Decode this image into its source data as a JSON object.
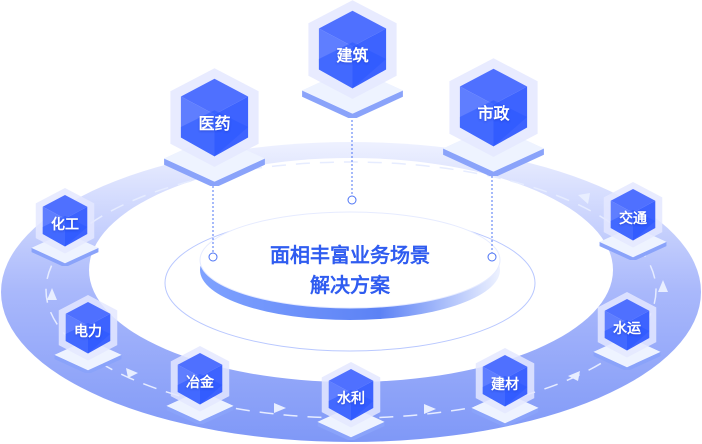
{
  "center": {
    "line1": "面相丰富业务场景",
    "line2": "解决方案"
  },
  "nodes": {
    "jianzhu": "建筑",
    "yiyao": "医药",
    "shizheng": "市政",
    "huagong": "化工",
    "jiaotong": "交通",
    "dianli": "电力",
    "shuiyun": "水运",
    "yejin": "冶金",
    "shuili": "水利",
    "jiancai": "建材"
  },
  "colors": {
    "accent": "#2f5cf0",
    "ring": "#8ea4fb",
    "cube": "#3a5cff"
  }
}
